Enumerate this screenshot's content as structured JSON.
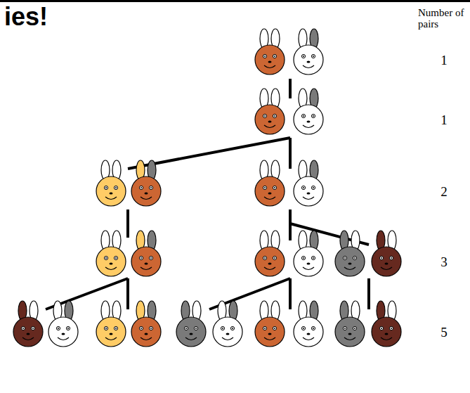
{
  "diagram": {
    "title": "ies!",
    "labels": [
      "Number of pairs",
      "1",
      "1",
      "2",
      "3",
      "5"
    ]
  }
}
